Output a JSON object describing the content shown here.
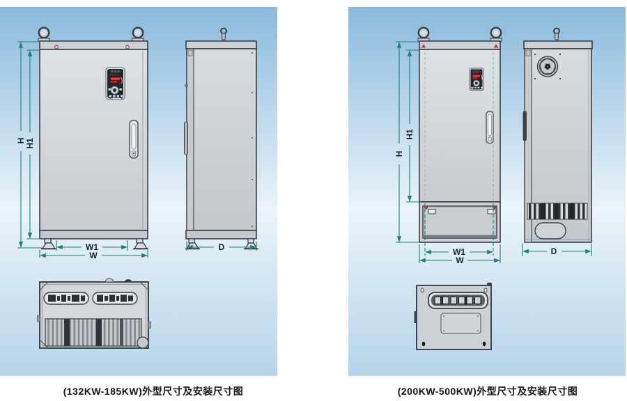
{
  "panels": [
    {
      "caption": "(132KW-185KW)外型尺寸及安装尺寸图",
      "power_range": "132KW-185KW",
      "labels": {
        "H": "H",
        "H1": "H1",
        "W": "W",
        "W1": "W1",
        "D": "D"
      }
    },
    {
      "caption": "(200KW-500KW)外型尺寸及安装尺寸图",
      "power_range": "200KW-500KW",
      "labels": {
        "H": "H",
        "H1": "H1",
        "W": "W",
        "W1": "W1",
        "D": "D"
      }
    }
  ],
  "colors": {
    "panel_gradient_top": "#8abadd",
    "panel_gradient_mid": "#eaf4fa",
    "panel_gradient_bottom": "#b5d4ea",
    "dimension_line": "#1e7f72",
    "marker_red": "#c4353c",
    "cabinet_gray": "#d3d8db",
    "outline": "#2e343a"
  }
}
